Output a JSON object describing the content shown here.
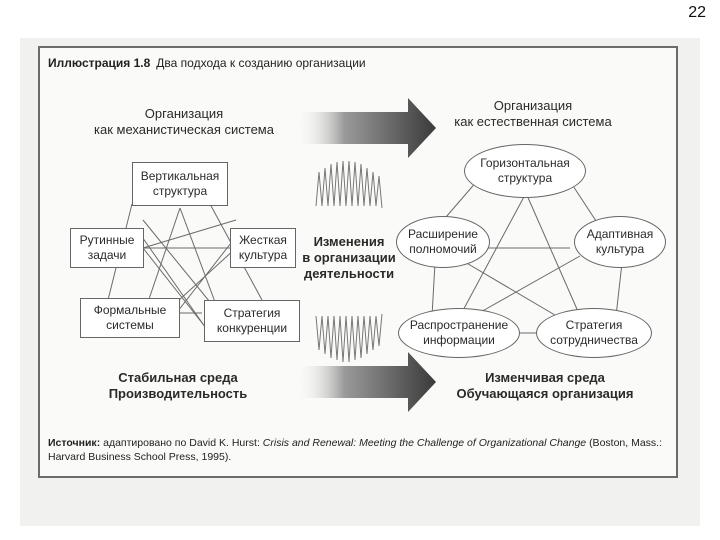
{
  "page_number": "22",
  "illustration": {
    "label": "Иллюстрация 1.8",
    "caption": "Два подхода к созданию организации"
  },
  "left": {
    "heading_line1": "Организация",
    "heading_line2": "как механистическая система",
    "nodes": {
      "vertical": [
        "Вертикальная",
        "структура"
      ],
      "routine": [
        "Рутинные",
        "задачи"
      ],
      "rigid": [
        "Жесткая",
        "культура"
      ],
      "formal": [
        "Формальные",
        "системы"
      ],
      "strategy": [
        "Стратегия",
        "конкуренции"
      ]
    },
    "footer_line1": "Стабильная среда",
    "footer_line2": "Производительность"
  },
  "middle": {
    "line1": "Изменения",
    "line2": "в организации",
    "line3": "деятельности"
  },
  "right": {
    "heading_line1": "Организация",
    "heading_line2": "как естественная система",
    "nodes": {
      "horizontal": [
        "Горизонтальная",
        "структура"
      ],
      "empower": [
        "Расширение",
        "полномочий"
      ],
      "adaptive": [
        "Адаптивная",
        "культура"
      ],
      "info": [
        "Распространение",
        "информации"
      ],
      "coop": [
        "Стратегия",
        "сотрудничества"
      ]
    },
    "footer_line1": "Изменчивая среда",
    "footer_line2": "Обучающаяся организация"
  },
  "source": {
    "label": "Источник:",
    "text1": "адаптировано по David K. Hurst:",
    "title": "Crisis and Renewal: Meeting the Challenge of Organizational Change",
    "text2": "(Boston, Mass.: Harvard Business School Press, 1995)."
  }
}
